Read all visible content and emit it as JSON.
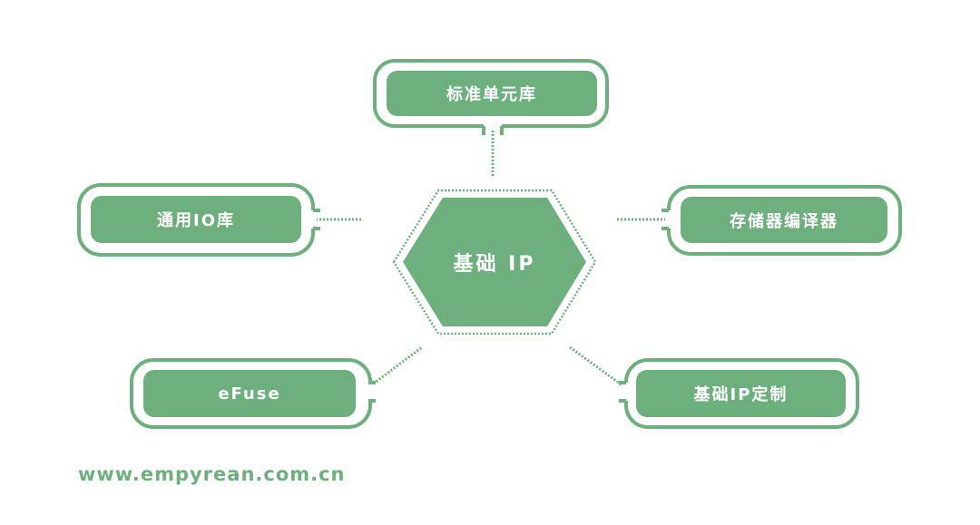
{
  "center": {
    "label": "基础 IP"
  },
  "nodes": {
    "standard_cell": "标准单元库",
    "io_library": "通用IO库",
    "memory_compiler": "存储器编译器",
    "efuse": "eFuse",
    "custom_ip": "基础IP定制"
  },
  "footer": {
    "url": "www.empyrean.com.cn"
  },
  "colors": {
    "accent": "#6db07e",
    "background": "#ffffff"
  }
}
